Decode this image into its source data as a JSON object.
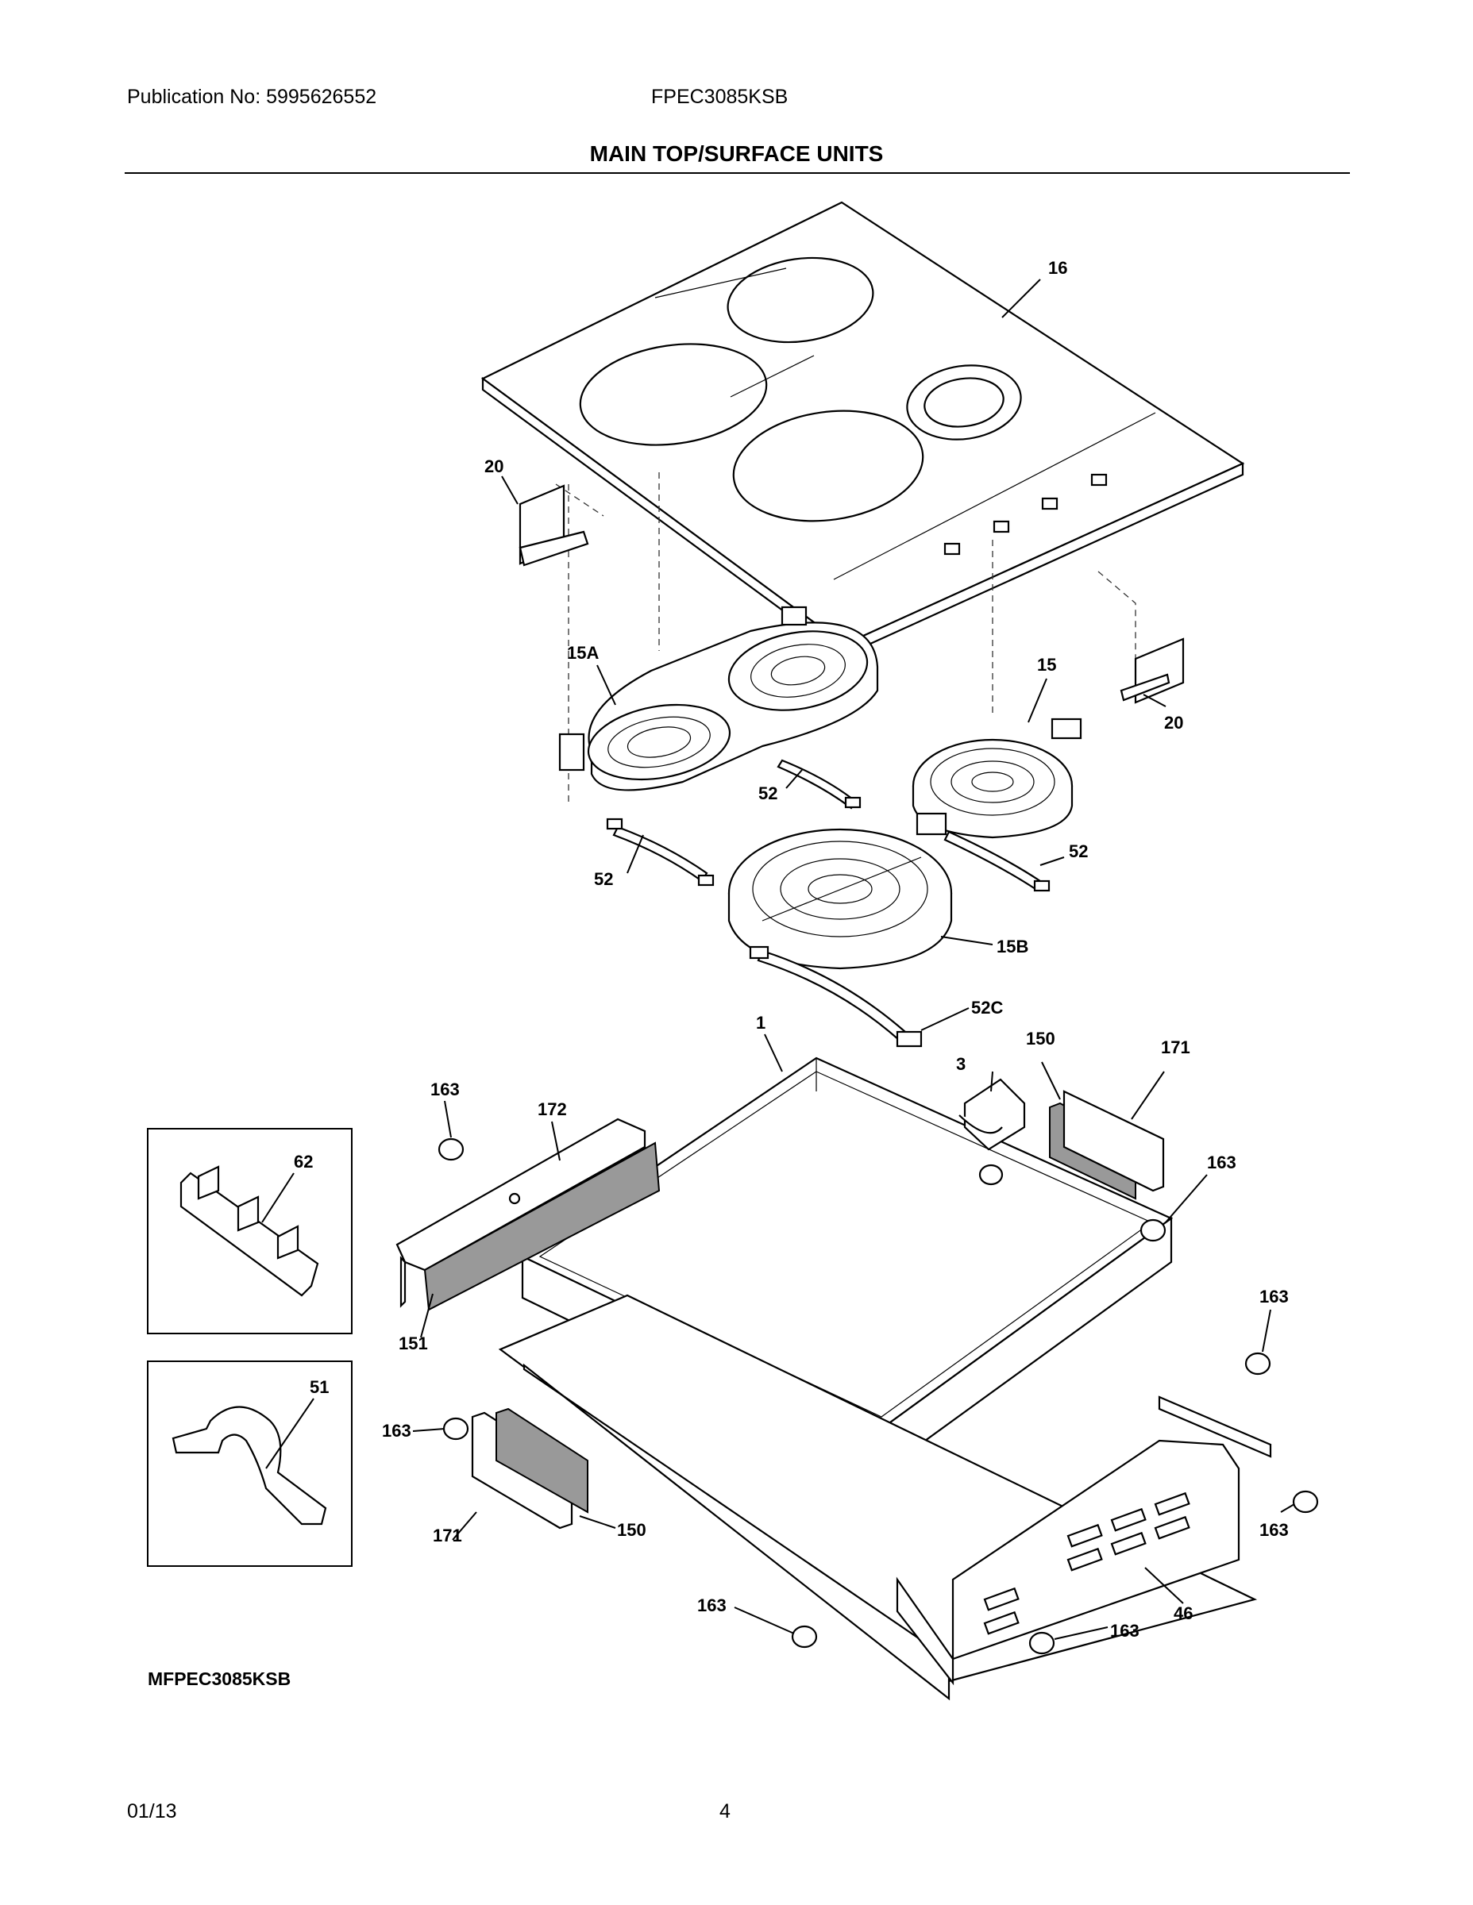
{
  "header": {
    "publication": "Publication No: 5995626552",
    "model": "FPEC3085KSB",
    "title": "MAIN TOP/SURFACE UNITS"
  },
  "footer": {
    "date": "01/13",
    "page": "4"
  },
  "diagram": {
    "model_code": "MFPEC3085KSB",
    "callouts": {
      "c16": "16",
      "c20a": "20",
      "c20b": "20",
      "c15a": "15A",
      "c15": "15",
      "c52a": "52",
      "c52b": "52",
      "c52c": "52",
      "c15b": "15B",
      "c52C": "52C",
      "c1": "1",
      "c150a": "150",
      "c171a": "171",
      "c3": "3",
      "c163a": "163",
      "c172": "172",
      "c62": "62",
      "c163b": "163",
      "c151": "151",
      "c163c": "163",
      "c51": "51",
      "c163d": "163",
      "c171b": "171",
      "c150b": "150",
      "c163e": "163",
      "c46": "46",
      "c163f": "163",
      "c163g": "163"
    }
  }
}
